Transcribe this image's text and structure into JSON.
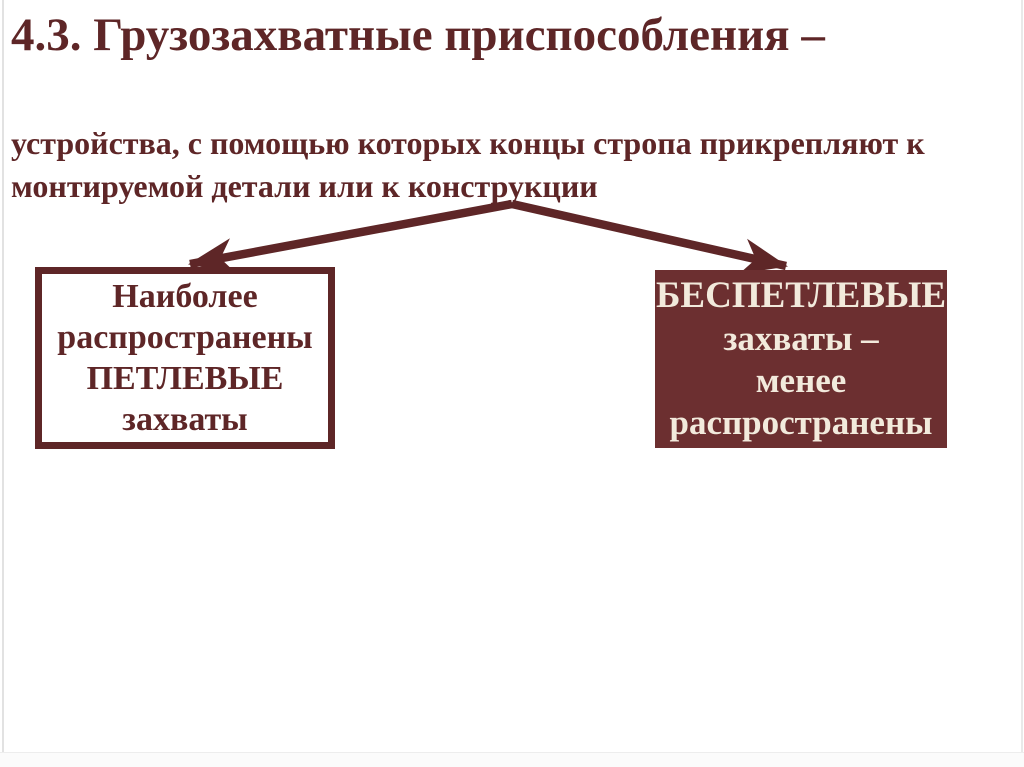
{
  "title": "4.3. Грузозахватные приспособления –",
  "subtitle": {
    "line1": "устройства, с помощью которых концы стропа прикрепляют к",
    "line2": "монтируемой детали или к конструкции"
  },
  "diagram": {
    "left_box": {
      "line1": "Наиболее",
      "line2": "распространены",
      "line3": "ПЕТЛЕВЫЕ",
      "line4": "захваты"
    },
    "right_box": {
      "line1": "БЕСПЕТЛЕВЫЕ",
      "line2": "захваты –",
      "line3": "менее",
      "line4": "распространены"
    }
  },
  "colors": {
    "maroon_text": "#5E2627",
    "maroon_fill": "#6C2F30",
    "cream_text": "#F2EADC",
    "background": "#FFFFFF"
  }
}
